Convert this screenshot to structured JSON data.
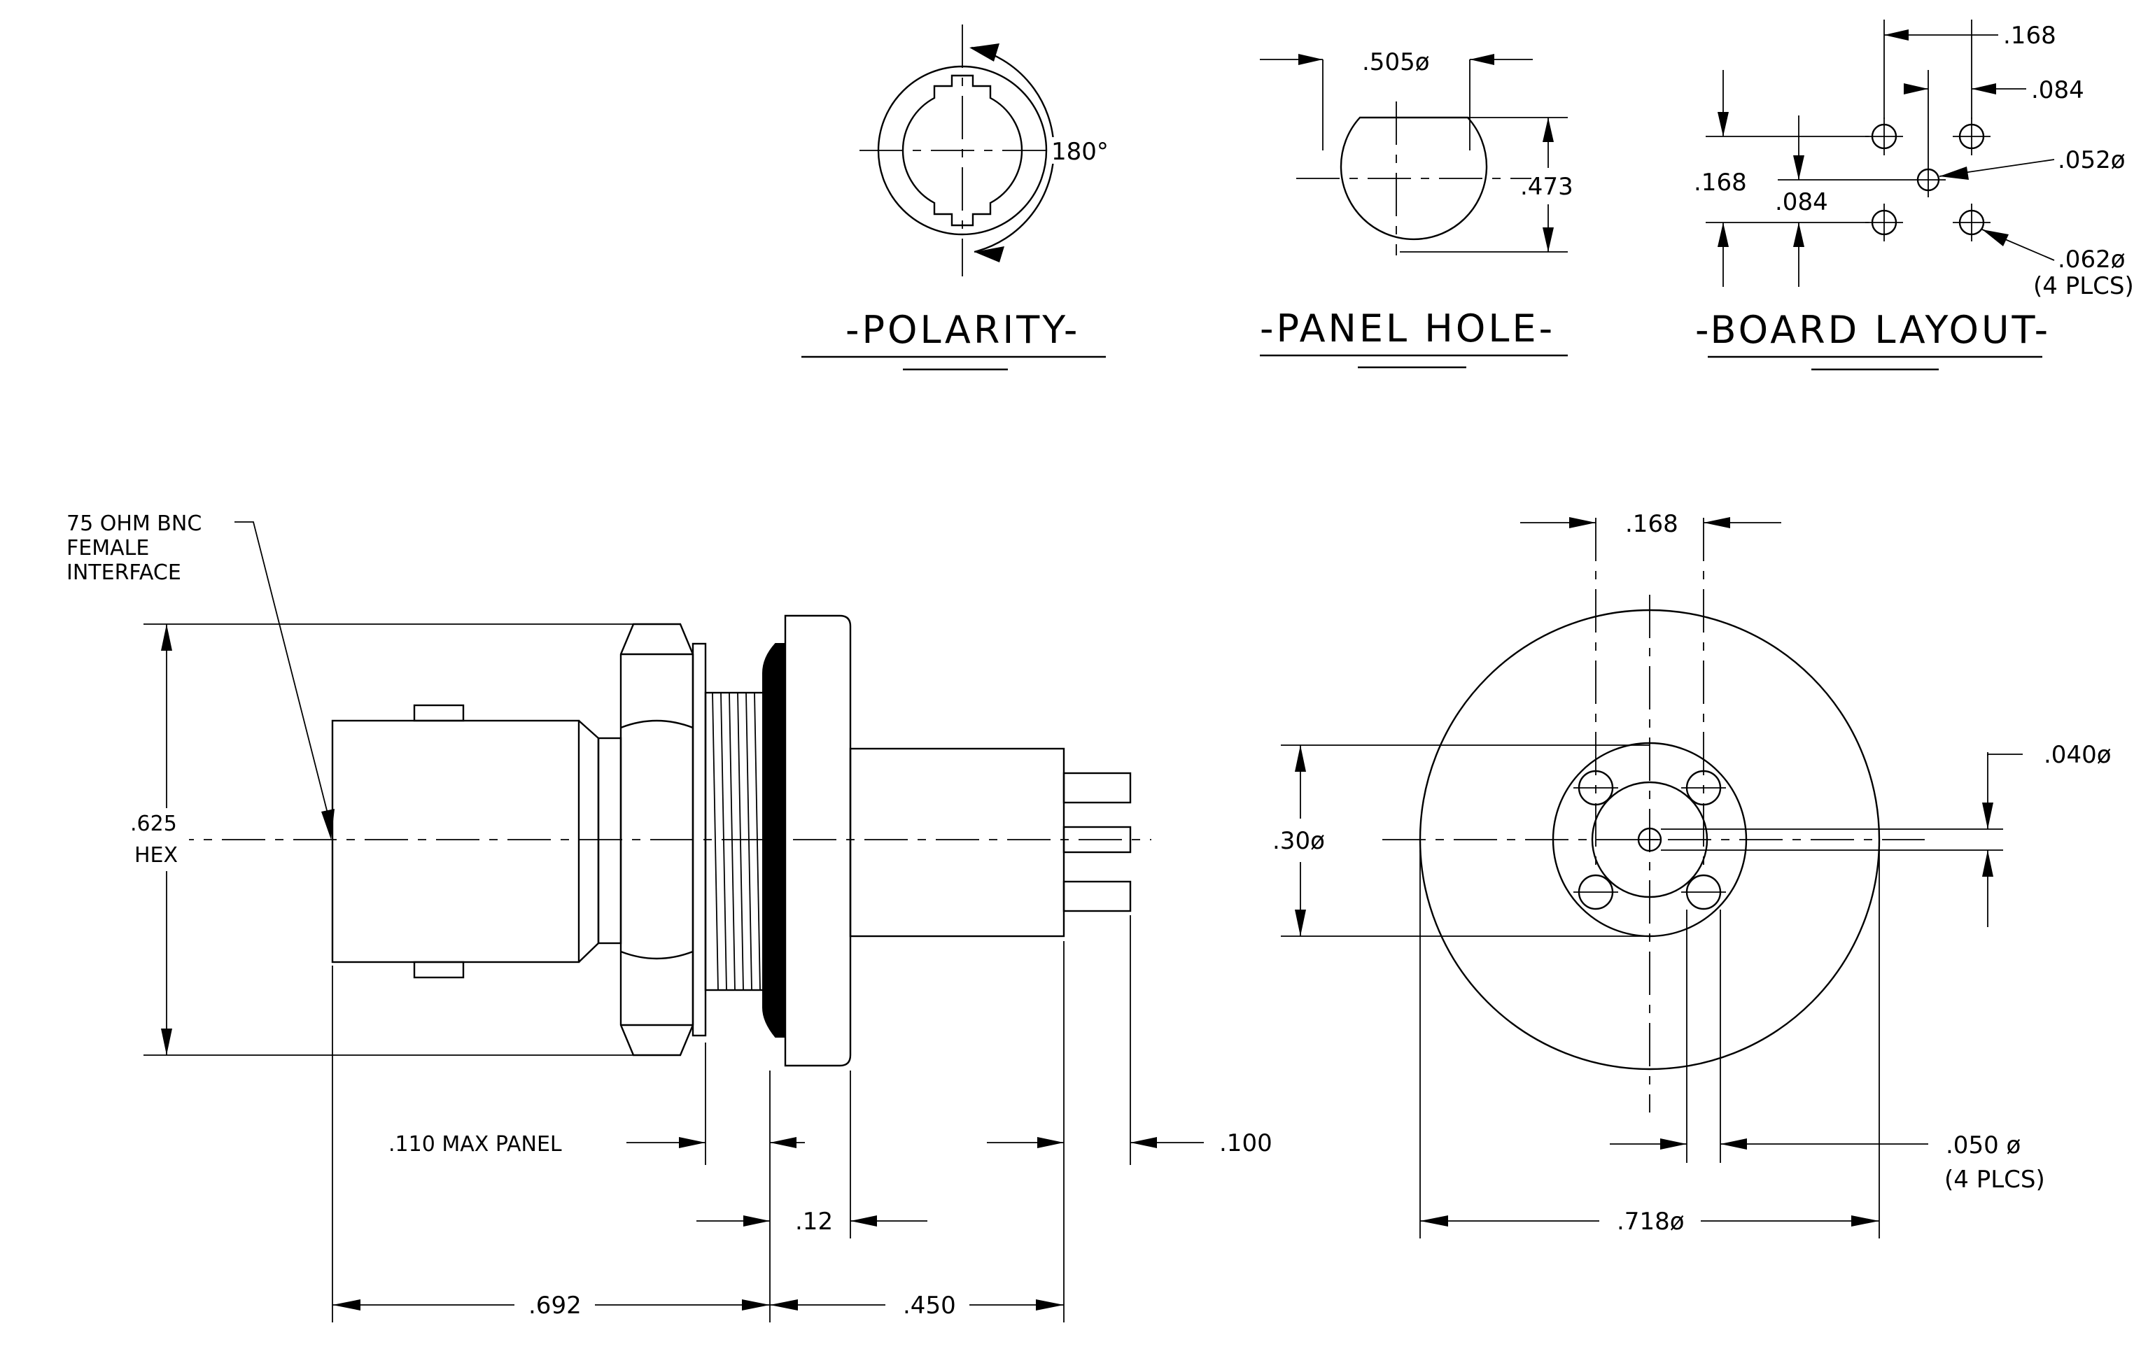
{
  "titles": {
    "polarity": "-POLARITY-",
    "panel_hole": "-PANEL HOLE-",
    "board_layout": "-BOARD LAYOUT-"
  },
  "polarity": {
    "angle": "180°"
  },
  "panel_hole": {
    "width": ".505ø",
    "height": ".473"
  },
  "board_layout": {
    "top_spacing": ".168",
    "top_offset": ".084",
    "center_hole": ".052ø",
    "side_spacing": ".168",
    "side_offset": ".084",
    "corner_holes": ".062ø",
    "corner_holes_qty": "(4 PLCS)"
  },
  "side_view": {
    "interface_note_1": "75 OHM BNC",
    "interface_note_2": "FEMALE",
    "interface_note_3": "INTERFACE",
    "hex_dim": ".625",
    "hex_label": "HEX",
    "panel_note": ".110 MAX PANEL",
    "pin_length": ".100",
    "flange": ".12",
    "front_length": ".692",
    "rear_length": ".450"
  },
  "end_view": {
    "pin_spacing": ".168",
    "body_dia": ".30ø",
    "pin_dia": ".040ø",
    "hole_dia": ".050  ø",
    "hole_qty": "(4 PLCS)",
    "flange_dia": ".718ø"
  }
}
